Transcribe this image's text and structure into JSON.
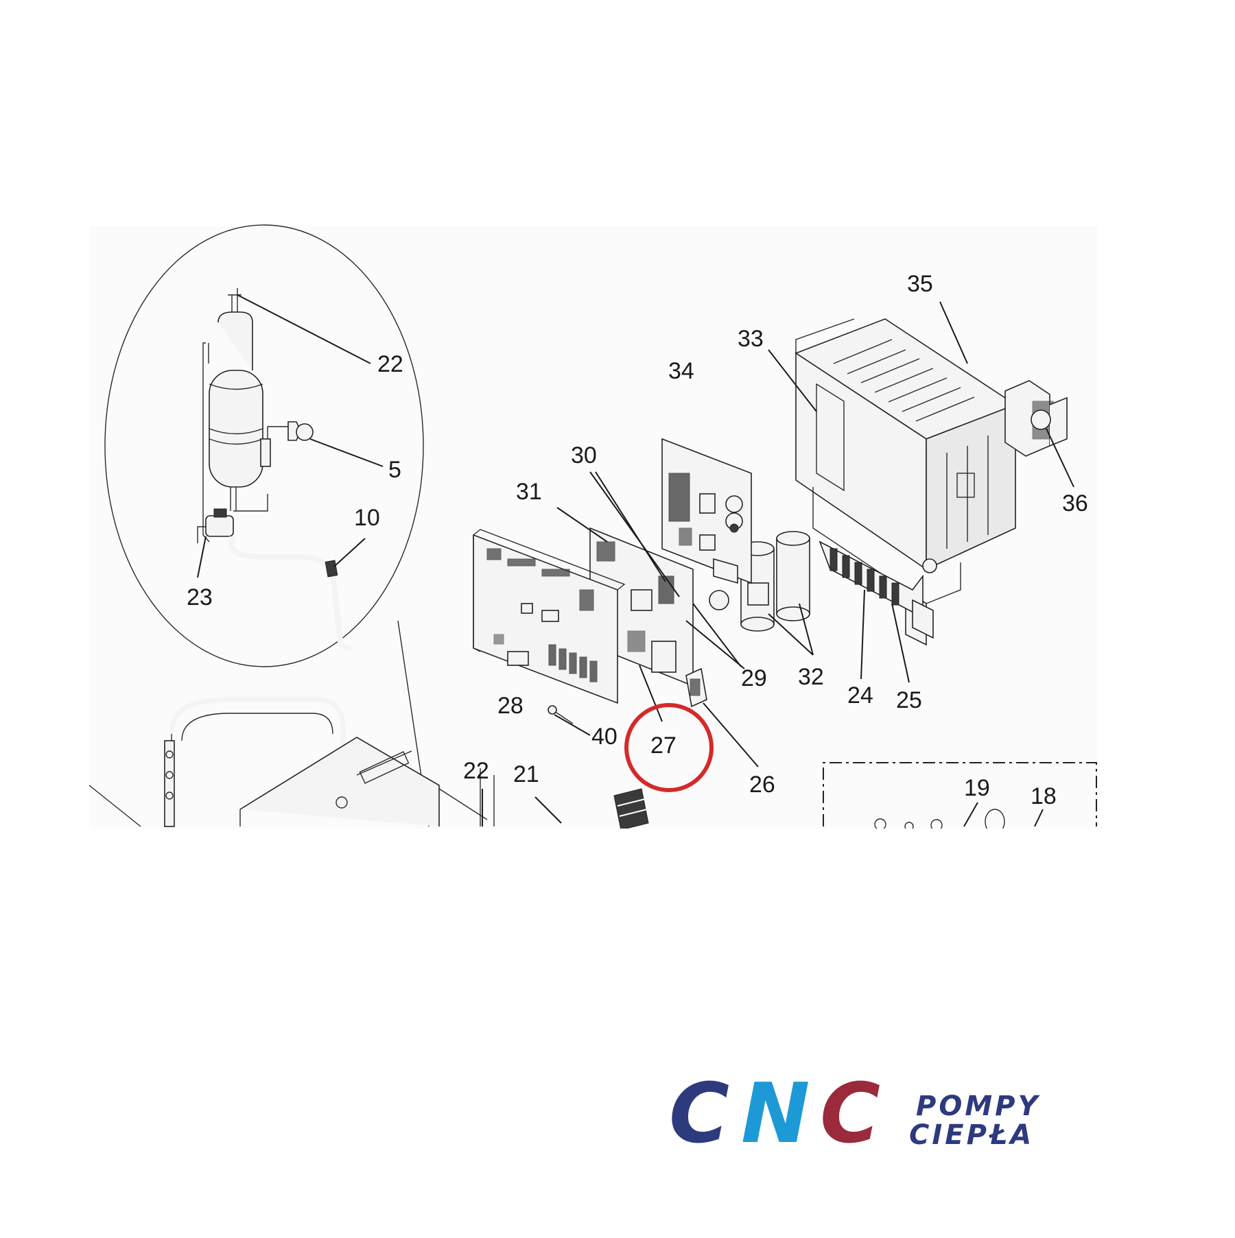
{
  "diagram": {
    "part_labels": [
      {
        "id": "22a",
        "text": "22"
      },
      {
        "id": "5",
        "text": "5"
      },
      {
        "id": "10",
        "text": "10"
      },
      {
        "id": "23",
        "text": "23"
      },
      {
        "id": "35",
        "text": "35"
      },
      {
        "id": "33",
        "text": "33"
      },
      {
        "id": "34",
        "text": "34"
      },
      {
        "id": "36",
        "text": "36"
      },
      {
        "id": "30",
        "text": "30"
      },
      {
        "id": "31",
        "text": "31"
      },
      {
        "id": "29",
        "text": "29"
      },
      {
        "id": "32",
        "text": "32"
      },
      {
        "id": "24",
        "text": "24"
      },
      {
        "id": "25",
        "text": "25"
      },
      {
        "id": "28",
        "text": "28"
      },
      {
        "id": "40",
        "text": "40"
      },
      {
        "id": "27",
        "text": "27"
      },
      {
        "id": "26",
        "text": "26"
      },
      {
        "id": "22b",
        "text": "22"
      },
      {
        "id": "21",
        "text": "21"
      },
      {
        "id": "19",
        "text": "19"
      },
      {
        "id": "18",
        "text": "18"
      }
    ],
    "highlighted_part": "27",
    "highlight_color": "#d42a2a"
  },
  "logo": {
    "letters": [
      "C",
      "N",
      "C"
    ],
    "line1": "POMPY",
    "line2": "CIEPŁA",
    "colors": {
      "c_left": "#2e3a7e",
      "n": "#1d9ad6",
      "c_right": "#9a2a3c",
      "text": "#2e3a7e"
    }
  }
}
